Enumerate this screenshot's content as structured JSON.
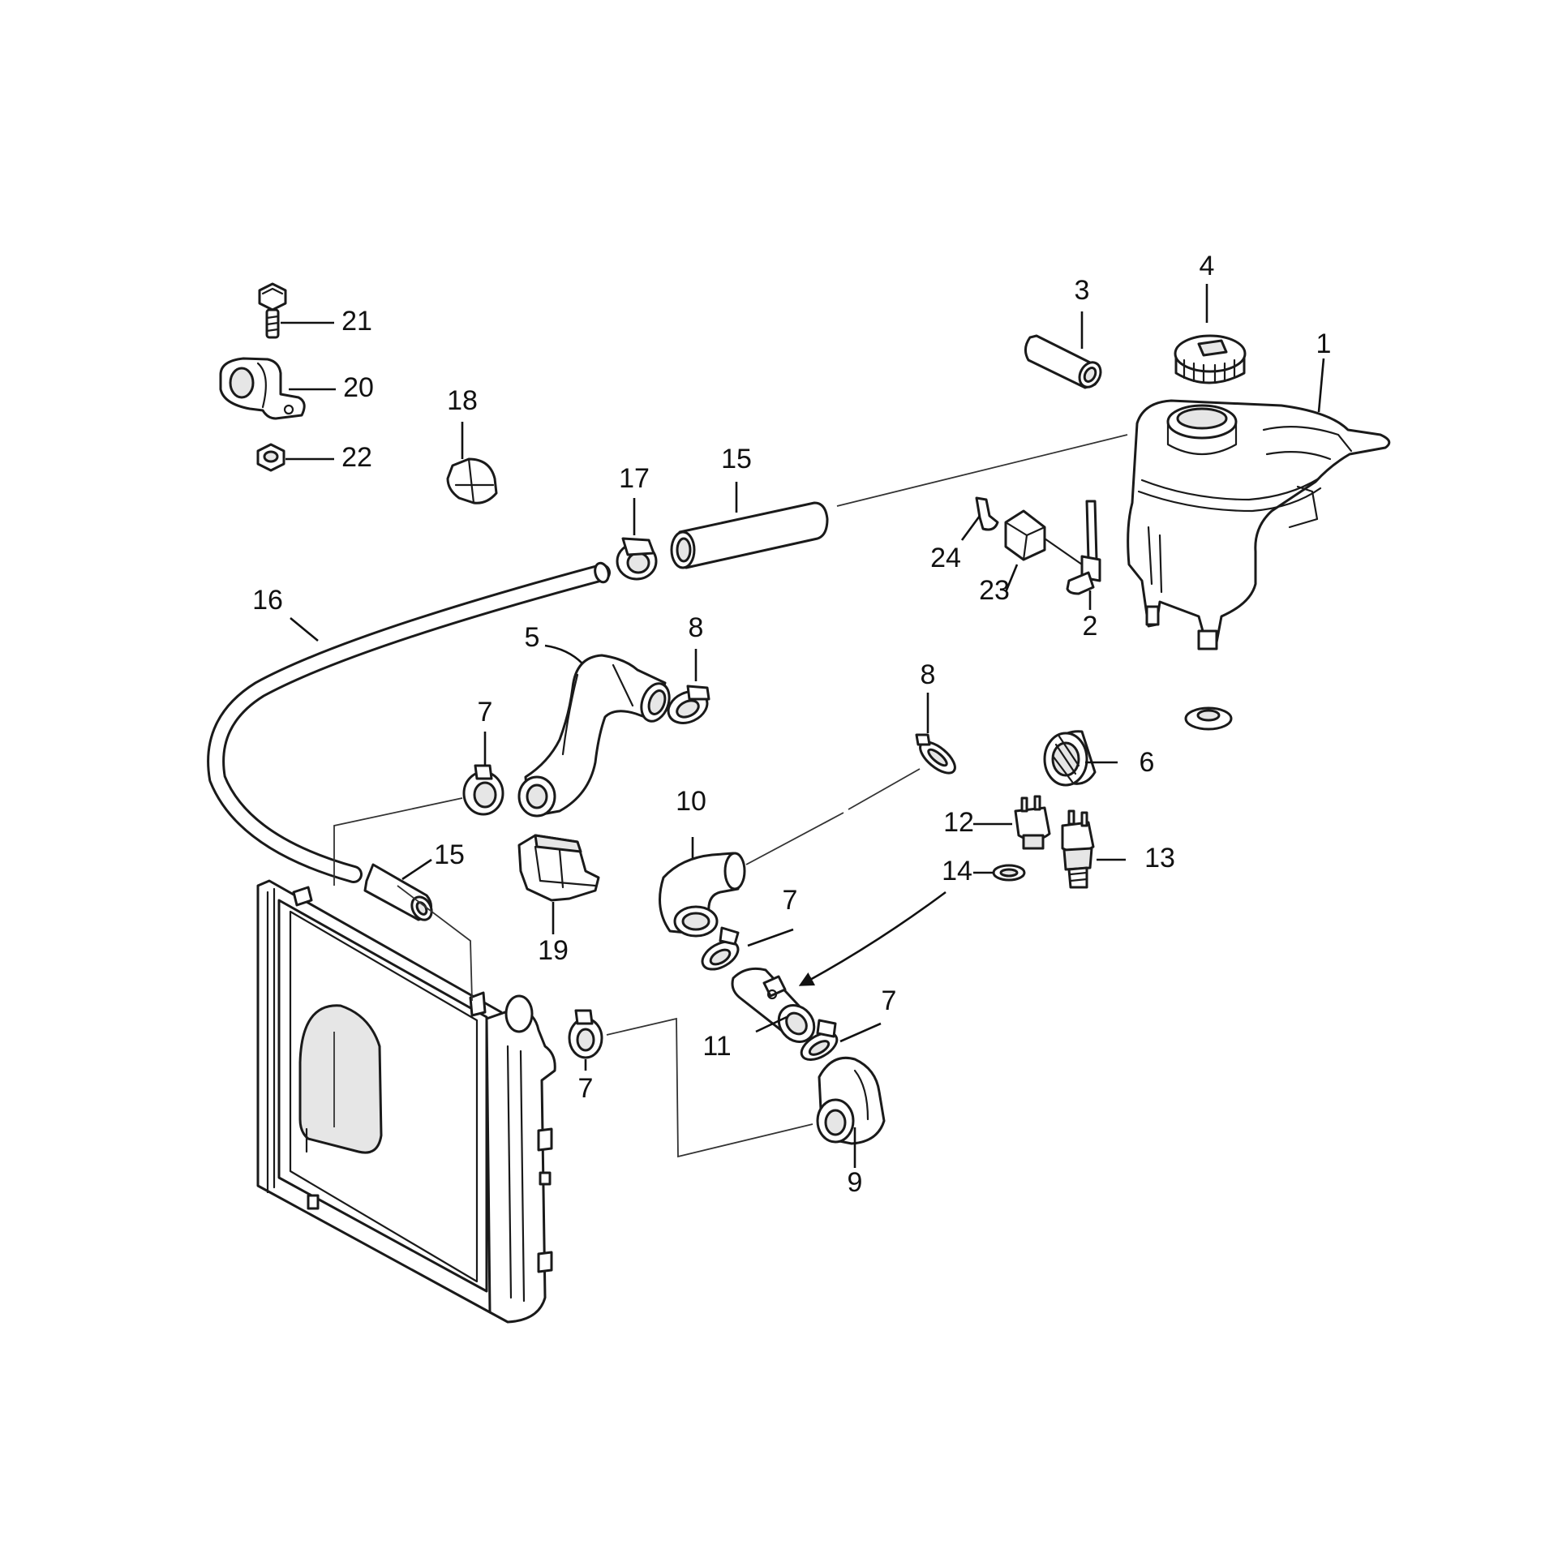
{
  "colors": {
    "line": "#1a1a1a",
    "background": "#ffffff",
    "shade": "#e6e6e6"
  },
  "callouts": {
    "c1": "1",
    "c2": "2",
    "c3": "3",
    "c4": "4",
    "c5": "5",
    "c6": "6",
    "c7a": "7",
    "c7b": "7",
    "c7c": "7",
    "c7d": "7",
    "c8a": "8",
    "c8b": "8",
    "c9": "9",
    "c10": "10",
    "c11": "11",
    "c12": "12",
    "c13": "13",
    "c14": "14",
    "c15a": "15",
    "c15b": "15",
    "c16": "16",
    "c17": "17",
    "c18": "18",
    "c19": "19",
    "c20": "20",
    "c21": "21",
    "c22": "22",
    "c23": "23",
    "c24": "24"
  }
}
